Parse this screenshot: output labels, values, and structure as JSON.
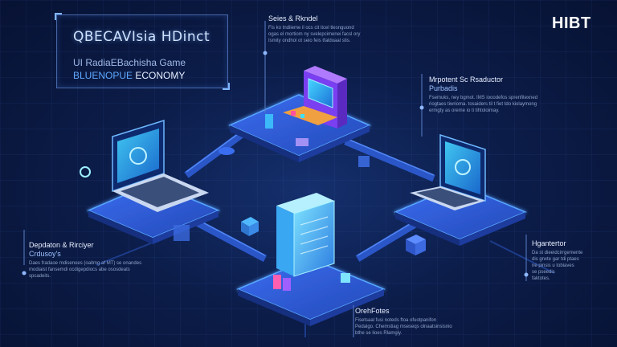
{
  "title_box": {
    "title": "QBECAVIsia HDinct",
    "subtitle_line1": "UI RadiaEBachisha Game",
    "subtitle_line2a": "BLUENOPUE",
    "subtitle_line2b": "ECONOMY"
  },
  "brand": {
    "name": "HIBT"
  },
  "callouts": [
    {
      "heading": "Seies & Rkndel",
      "subheading": "",
      "body_lines": [
        "Fis ko tndiieme il ocs cit itcel tlesnguond",
        "ogas el mortiom ny svelepcimenei facsl ory",
        "Ismity ondhol ot seio feis tfaldoaal stis."
      ]
    },
    {
      "heading": "Mrpotent Sc Rsaductor",
      "subheading": "Purbadis",
      "body_lines": [
        "Fsemuks, ney bgmot. IMS iooodefos sprenfitexned",
        "riogtaes tiwrioma. tosaiders til t fiet tdo kiolaymong",
        "ermgty as oreme io ti tihtoloimay."
      ]
    },
    {
      "heading": "Depdaton & Rirciyer",
      "subheading": "Crdusoy's",
      "body_lines": [
        "Daes fradaoe mdisenoes (oaitmg af MT) se onandes",
        "modiaist fansemdi ocdigepdiocs abe ososdeats",
        "spcadeits."
      ]
    },
    {
      "heading": "Hgantertor",
      "subheading": "",
      "body_lines": [
        "Da st dieeidcirrgemente",
        "dis gnxte gar tdi ptaes",
        "ne pinsis u tobiaves",
        "se pseedis",
        "faktotes."
      ]
    },
    {
      "heading": "OrehFotes",
      "subheading": "",
      "body_lines": [
        "Fisetsaal fusi noteds ftoa ofuotpanifon",
        "Pedalgo. Chemstiag mseseqs olnaatsinsisnio",
        "bthe se lioes Rlamgiy."
      ]
    }
  ],
  "colors": {
    "platform_top": "#2e5bd8",
    "platform_side": "#1c3a9a",
    "neon_edge": "#58a6ff",
    "purple_accent": "#a060ff",
    "cyan_accent": "#3fd0ff",
    "connector": "#2a56c8"
  },
  "nodes": [
    {
      "name": "arcade-machine-node",
      "icon": "arcade-machine-icon"
    },
    {
      "name": "left-laptop-node",
      "icon": "laptop-icon"
    },
    {
      "name": "right-laptop-node",
      "icon": "laptop-icon"
    },
    {
      "name": "server-node",
      "icon": "server-icon"
    }
  ]
}
